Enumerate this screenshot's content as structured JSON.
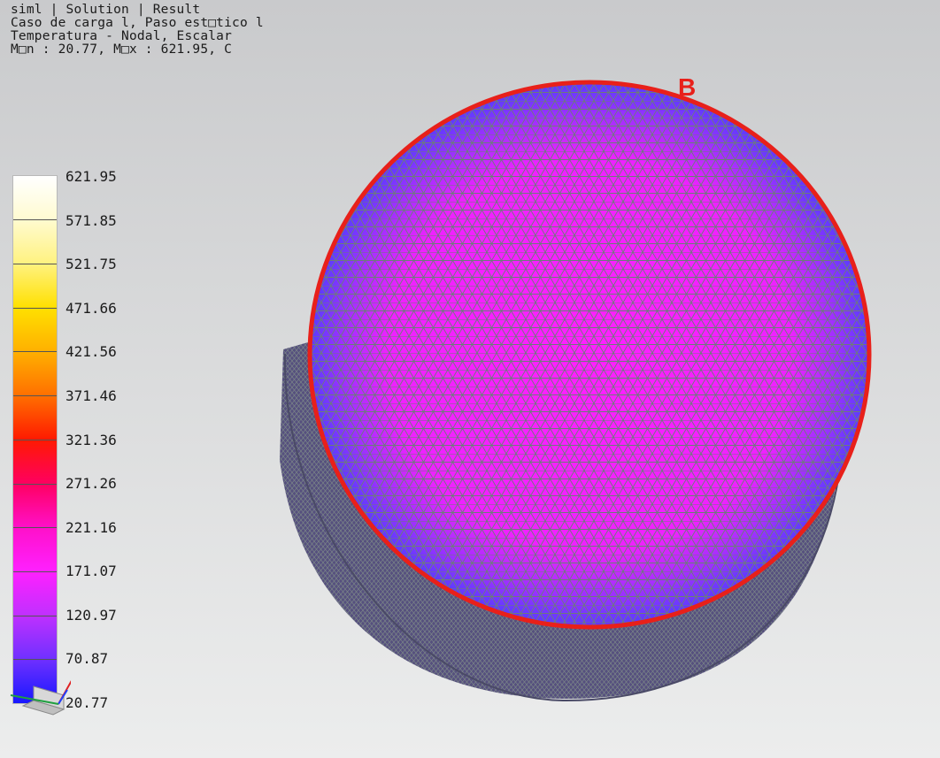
{
  "header": {
    "lines": [
      "siml | Solution | Result",
      "Caso de carga l, Paso est□tico l",
      "Temperatura - Nodal, Escalar",
      "M□n : 20.77, M□x : 621.95, C"
    ]
  },
  "legend": {
    "labels": [
      "621.95",
      "571.85",
      "521.75",
      "471.66",
      "421.56",
      "371.46",
      "321.36",
      "271.26",
      "221.16",
      "171.07",
      "120.97",
      "70.87",
      "20.77"
    ]
  },
  "annotation": {
    "label": "B",
    "color": "#e8201a"
  },
  "colors": {
    "mesh": "#6d7b7a",
    "face_center": "#ff20ff",
    "face_edge": "#6a3cff",
    "side": "#5a4a8a"
  },
  "icons": {
    "triad": "coordinate-triad-icon"
  }
}
